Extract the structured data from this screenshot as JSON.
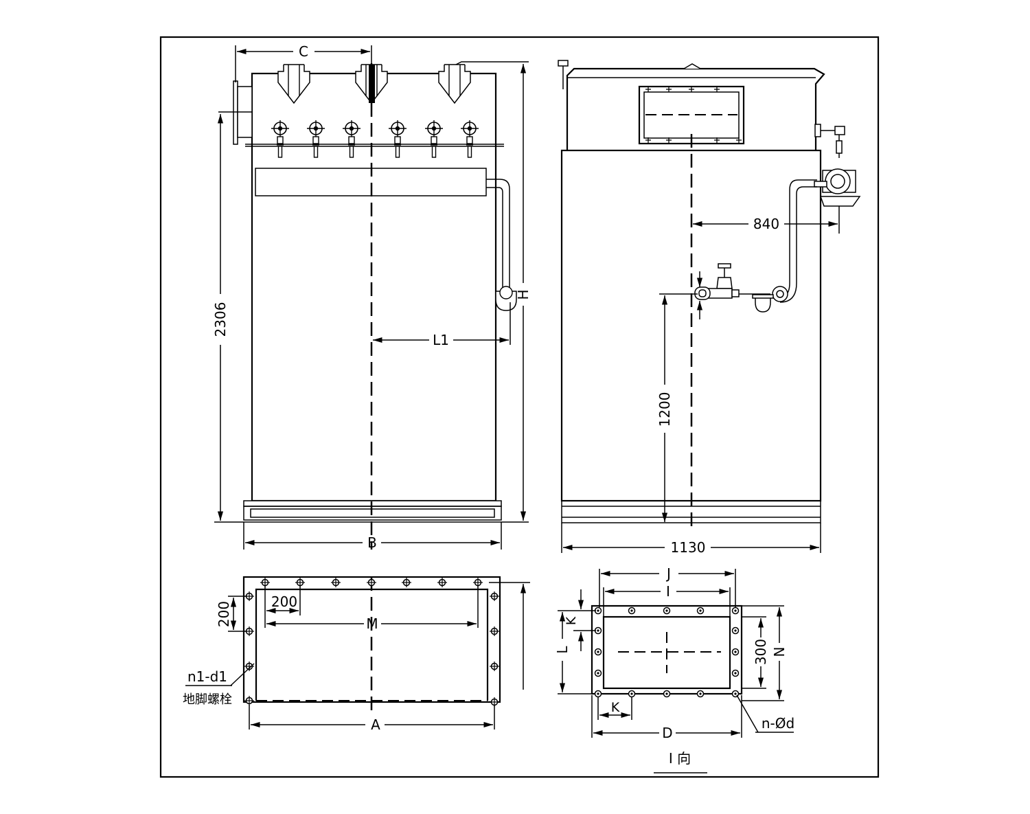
{
  "diagram": {
    "front_view": {
      "dim_C": "C",
      "dim_H": "H",
      "dim_2306": "2306",
      "dim_L1": "L1",
      "dim_B": "B"
    },
    "side_view": {
      "dim_840": "840",
      "dim_1200": "1200",
      "dim_1130": "1130"
    },
    "base_plan": {
      "dim_200_horizontal": "200",
      "dim_200_vertical": "200",
      "dim_M": "M",
      "dim_A": "A",
      "bolt_label": "n1-d1",
      "bolt_caption": "地脚螺栓"
    },
    "flange_view": {
      "dim_J": "J",
      "dim_I": "I",
      "dim_K_vertical": "K",
      "dim_K_horizontal": "K",
      "dim_L": "L",
      "dim_300": "300",
      "dim_N": "N",
      "dim_D": "D",
      "hole_label": "n-Ød",
      "view_caption": "I 向"
    }
  }
}
